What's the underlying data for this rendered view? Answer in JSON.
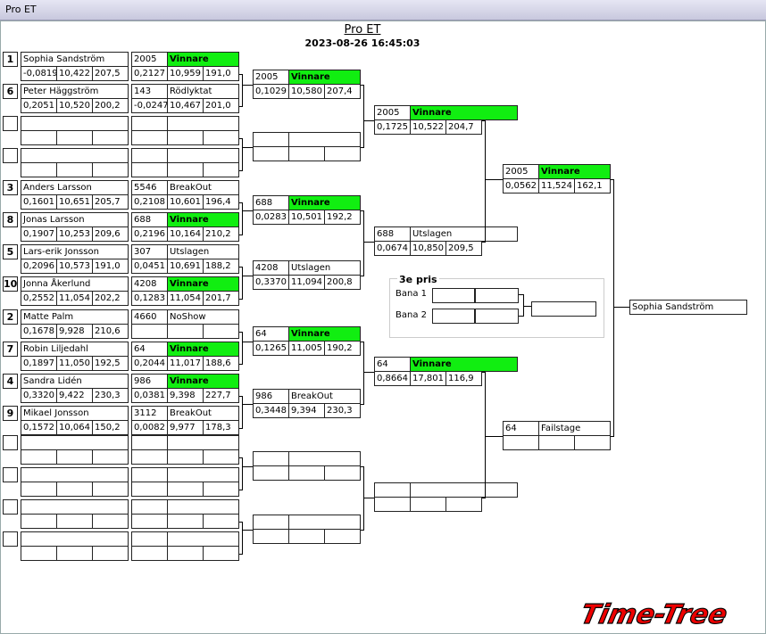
{
  "window": {
    "title": "Pro ET"
  },
  "header": {
    "title": "Pro ET",
    "timestamp": "2023-08-26 16:45:03"
  },
  "round1": [
    {
      "seed": "1",
      "name": "Sophia Sandström",
      "rt": "-0,0819",
      "et": "10,422",
      "mph": "207,5"
    },
    {
      "seed": "6",
      "name": "Peter Häggström",
      "rt": "0,2051",
      "et": "10,520",
      "mph": "200,2"
    },
    {
      "seed": "",
      "name": "",
      "rt": "",
      "et": "",
      "mph": ""
    },
    {
      "seed": "",
      "name": "",
      "rt": "",
      "et": "",
      "mph": ""
    },
    {
      "seed": "3",
      "name": "Anders Larsson",
      "rt": "0,1601",
      "et": "10,651",
      "mph": "205,7"
    },
    {
      "seed": "8",
      "name": "Jonas Larsson",
      "rt": "0,1907",
      "et": "10,253",
      "mph": "209,6"
    },
    {
      "seed": "5",
      "name": "Lars-erik Jonsson",
      "rt": "0,2096",
      "et": "10,573",
      "mph": "191,0"
    },
    {
      "seed": "10",
      "name": "Jonna Åkerlund",
      "rt": "0,2552",
      "et": "11,054",
      "mph": "202,2"
    },
    {
      "seed": "2",
      "name": "Matte Palm",
      "rt": "0,1678",
      "et": "9,928",
      "mph": "210,6"
    },
    {
      "seed": "7",
      "name": "Robin Liljedahl",
      "rt": "0,1897",
      "et": "11,050",
      "mph": "192,5"
    },
    {
      "seed": "4",
      "name": "Sandra Lidén",
      "rt": "0,3320",
      "et": "9,422",
      "mph": "230,3"
    },
    {
      "seed": "9",
      "name": "Mikael Jonsson",
      "rt": "0,1572",
      "et": "10,064",
      "mph": "150,2"
    },
    {
      "seed": "",
      "name": "",
      "rt": "",
      "et": "",
      "mph": ""
    },
    {
      "seed": "",
      "name": "",
      "rt": "",
      "et": "",
      "mph": ""
    },
    {
      "seed": "",
      "name": "",
      "rt": "",
      "et": "",
      "mph": ""
    },
    {
      "seed": "",
      "name": "",
      "rt": "",
      "et": "",
      "mph": ""
    }
  ],
  "round2": [
    {
      "num": "2005",
      "status": "Vinnare",
      "rt": "0,2127",
      "et": "10,959",
      "mph": "191,0"
    },
    {
      "num": "143",
      "status": "Rödlyktat",
      "rt": "-0,0247",
      "et": "10,467",
      "mph": "201,0"
    },
    {
      "num": "",
      "status": "",
      "rt": "",
      "et": "",
      "mph": ""
    },
    {
      "num": "",
      "status": "",
      "rt": "",
      "et": "",
      "mph": ""
    },
    {
      "num": "5546",
      "status": "BreakOut",
      "rt": "0,2108",
      "et": "10,601",
      "mph": "196,4"
    },
    {
      "num": "688",
      "status": "Vinnare",
      "rt": "0,2196",
      "et": "10,164",
      "mph": "210,2"
    },
    {
      "num": "307",
      "status": "Utslagen",
      "rt": "0,0451",
      "et": "10,691",
      "mph": "188,2"
    },
    {
      "num": "4208",
      "status": "Vinnare",
      "rt": "0,1283",
      "et": "11,054",
      "mph": "201,7"
    },
    {
      "num": "4660",
      "status": "NoShow",
      "rt": "",
      "et": "",
      "mph": ""
    },
    {
      "num": "64",
      "status": "Vinnare",
      "rt": "0,2044",
      "et": "11,017",
      "mph": "188,6"
    },
    {
      "num": "986",
      "status": "Vinnare",
      "rt": "0,0381",
      "et": "9,398",
      "mph": "227,7"
    },
    {
      "num": "3112",
      "status": "BreakOut",
      "rt": "0,0082",
      "et": "9,977",
      "mph": "178,3"
    },
    {
      "num": "",
      "status": "",
      "rt": "",
      "et": "",
      "mph": ""
    },
    {
      "num": "",
      "status": "",
      "rt": "",
      "et": "",
      "mph": ""
    },
    {
      "num": "",
      "status": "",
      "rt": "",
      "et": "",
      "mph": ""
    },
    {
      "num": "",
      "status": "",
      "rt": "",
      "et": "",
      "mph": ""
    }
  ],
  "round3": [
    {
      "num": "2005",
      "status": "Vinnare",
      "rt": "0,1029",
      "et": "10,580",
      "mph": "207,4"
    },
    {
      "num": "",
      "status": "",
      "rt": "",
      "et": "",
      "mph": ""
    },
    {
      "num": "688",
      "status": "Vinnare",
      "rt": "0,0283",
      "et": "10,501",
      "mph": "192,2"
    },
    {
      "num": "4208",
      "status": "Utslagen",
      "rt": "0,3370",
      "et": "11,094",
      "mph": "200,8"
    },
    {
      "num": "64",
      "status": "Vinnare",
      "rt": "0,1265",
      "et": "11,005",
      "mph": "190,2"
    },
    {
      "num": "986",
      "status": "BreakOut",
      "rt": "0,3448",
      "et": "9,394",
      "mph": "230,3"
    },
    {
      "num": "",
      "status": "",
      "rt": "",
      "et": "",
      "mph": ""
    },
    {
      "num": "",
      "status": "",
      "rt": "",
      "et": "",
      "mph": ""
    }
  ],
  "round4": [
    {
      "num": "2005",
      "status": "Vinnare",
      "rt": "0,1725",
      "et": "10,522",
      "mph": "204,7"
    },
    {
      "num": "688",
      "status": "Utslagen",
      "rt": "0,0674",
      "et": "10,850",
      "mph": "209,5"
    },
    {
      "num": "64",
      "status": "Vinnare",
      "rt": "0,8664",
      "et": "17,801",
      "mph": "116,9"
    },
    {
      "num": "",
      "status": "",
      "rt": "",
      "et": "",
      "mph": ""
    }
  ],
  "round5": [
    {
      "num": "2005",
      "status": "Vinnare",
      "rt": "0,0562",
      "et": "11,524",
      "mph": "162,1"
    },
    {
      "num": "64",
      "status": "Failstage",
      "rt": "",
      "et": "",
      "mph": ""
    }
  ],
  "winner": {
    "name": "Sophia Sandström"
  },
  "third_place": {
    "title": "3e pris",
    "lane1": "Bana 1",
    "lane2": "Bana 2"
  },
  "brand": {
    "logo_text": "Time-Tree"
  },
  "colors": {
    "winner_green": "#11ee11"
  }
}
